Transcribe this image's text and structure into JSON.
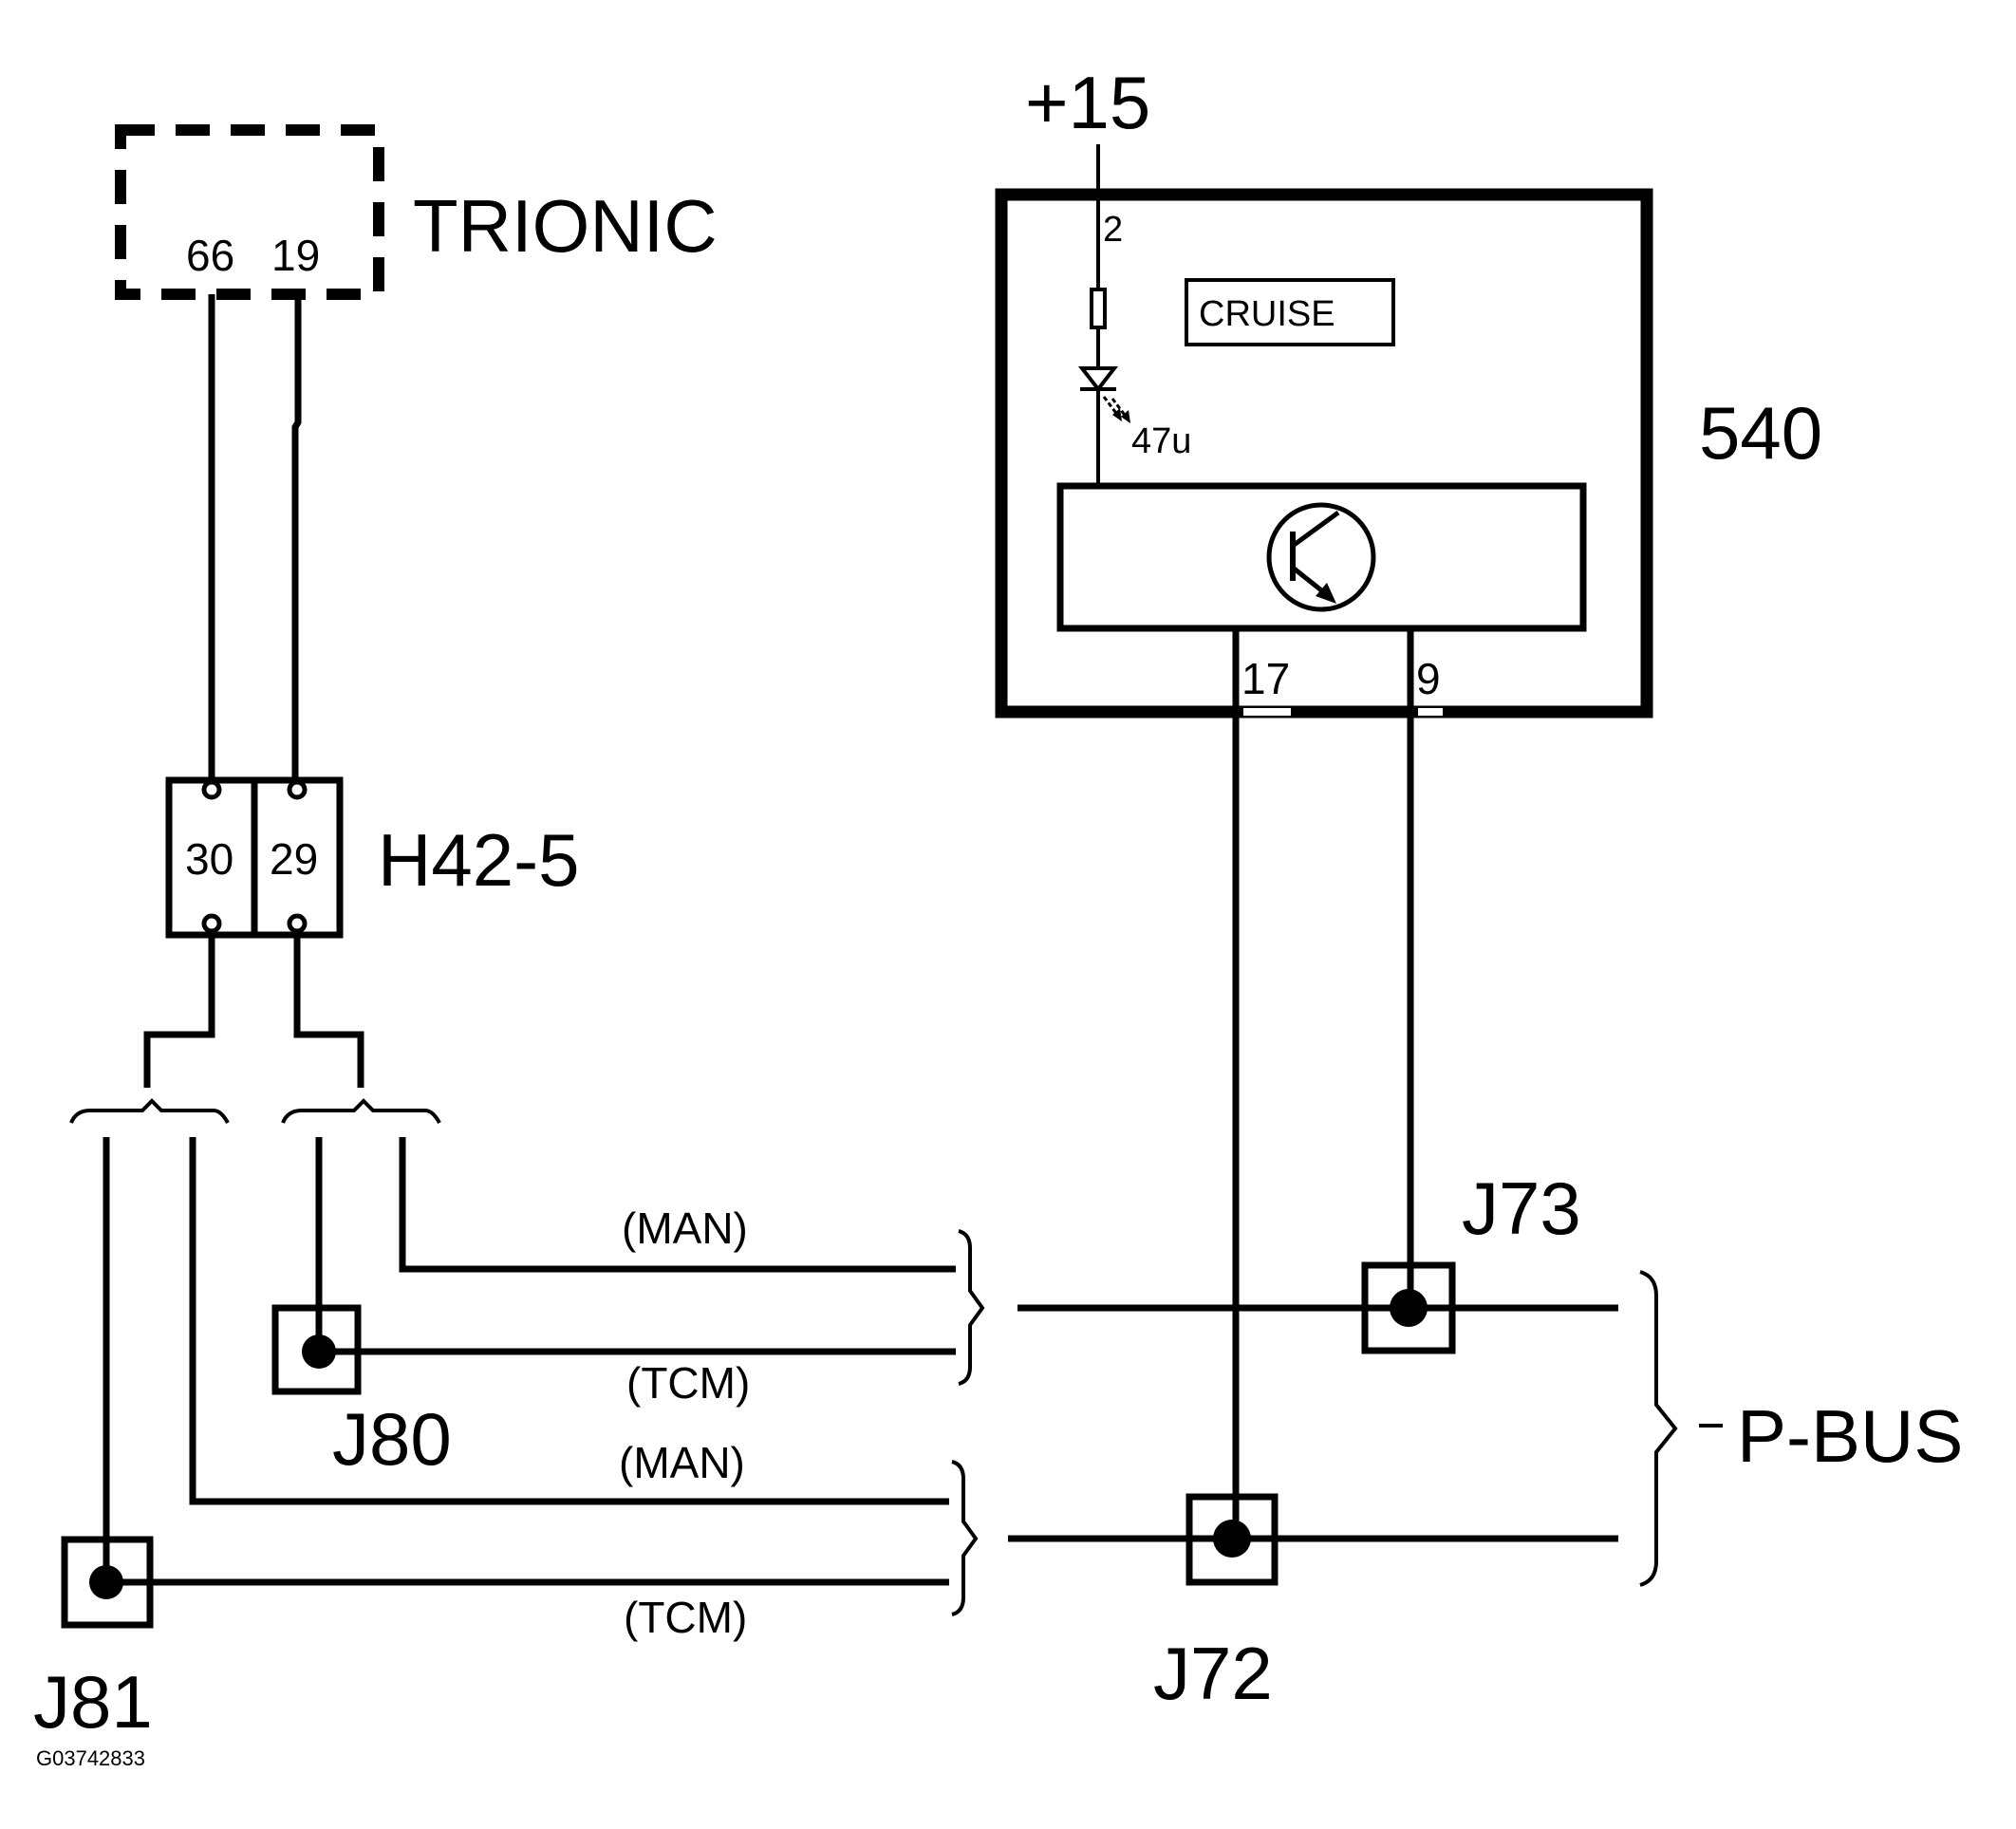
{
  "supply": {
    "label": "+15"
  },
  "ecu": {
    "label": "TRIONIC",
    "pin_a": "66",
    "pin_b": "19"
  },
  "connector": {
    "label": "H42-5",
    "pin_a": "30",
    "pin_b": "29"
  },
  "module": {
    "label": "540",
    "indicator": "CRUISE",
    "pin_supply": "2",
    "lamp_rating": "47u",
    "pin_left": "17",
    "pin_right": "9"
  },
  "wires": {
    "upper_top": "(MAN)",
    "upper_bottom": "(TCM)",
    "lower_top": "(MAN)",
    "lower_bottom": "(TCM)"
  },
  "junctions": {
    "j73": "J73",
    "j80": "J80",
    "j72": "J72",
    "j81": "J81"
  },
  "bus": {
    "label": "P-BUS"
  },
  "figure_id": "G03742833"
}
